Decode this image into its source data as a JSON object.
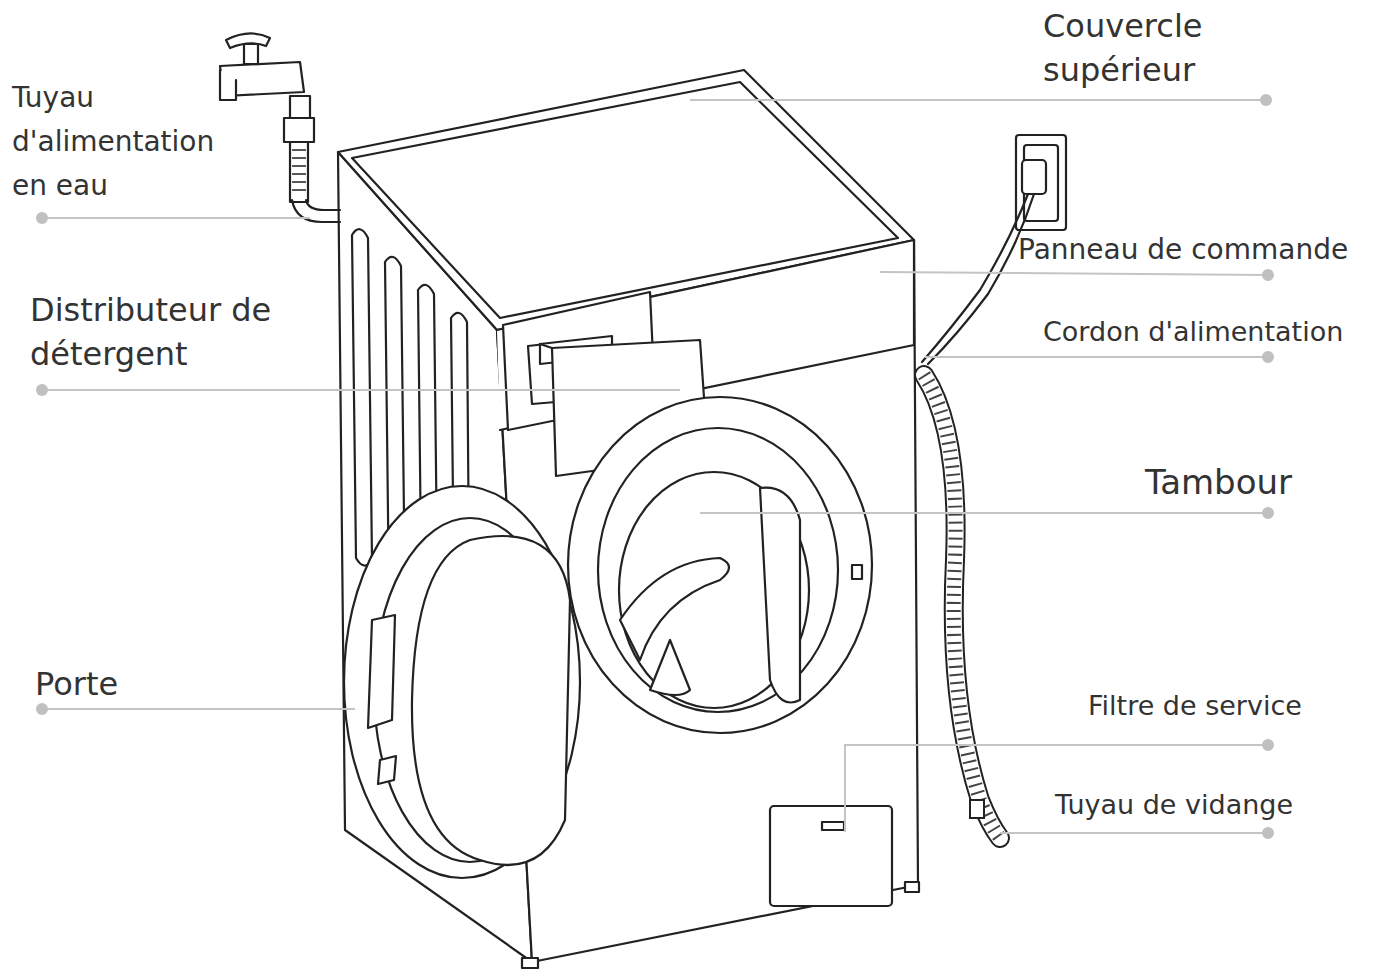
{
  "diagram": {
    "labels": [
      "Couvercle supérieur",
      "Tuyau d'alimentation en eau",
      "Panneau de commande",
      "Distributeur de détergent",
      "Cordon d'alimentation",
      "Tambour",
      "Porte",
      "Filtre de service",
      "Tuyau de vidange"
    ]
  }
}
